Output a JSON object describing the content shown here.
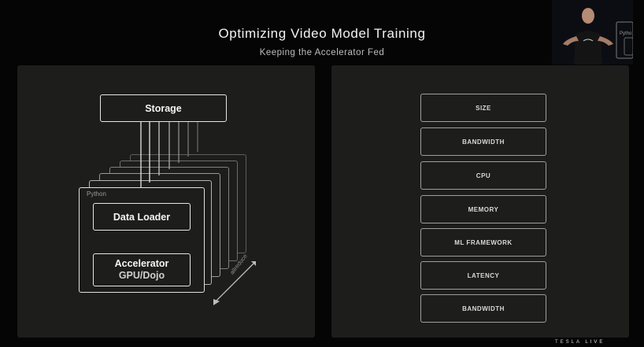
{
  "slide": {
    "title": "Optimizing Video Model Training",
    "subtitle": "Keeping the Accelerator Fed"
  },
  "diagram": {
    "storage": "Storage",
    "python_label": "Python",
    "data_loader": "Data Loader",
    "accelerator_title": "Accelerator",
    "accelerator_sub": "GPU/Dojo",
    "allreduce": "allreduce",
    "stack_count": 6
  },
  "metrics": [
    "SIZE",
    "BANDWIDTH",
    "CPU",
    "MEMORY",
    "ML FRAMEWORK",
    "LATENCY",
    "BANDWIDTH"
  ],
  "video_inset": {
    "label": "Pytho"
  },
  "branding": {
    "brand": "TESLA",
    "live": "LIVE"
  },
  "colors": {
    "background": "#050505",
    "panel": "#1d1e1b",
    "line": "#e6e6e6"
  }
}
